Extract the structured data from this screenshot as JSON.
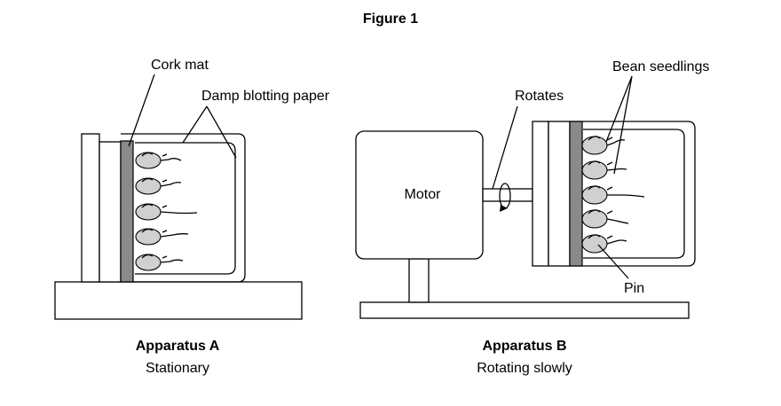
{
  "figure_title": "Figure 1",
  "labels": {
    "cork_mat": "Cork mat",
    "damp_paper": "Damp blotting paper",
    "rotates": "Rotates",
    "bean_seedlings": "Bean seedlings",
    "motor": "Motor",
    "pin": "Pin"
  },
  "apparatus_a": {
    "name": "Apparatus A",
    "state": "Stationary"
  },
  "apparatus_b": {
    "name": "Apparatus B",
    "state": "Rotating slowly"
  }
}
